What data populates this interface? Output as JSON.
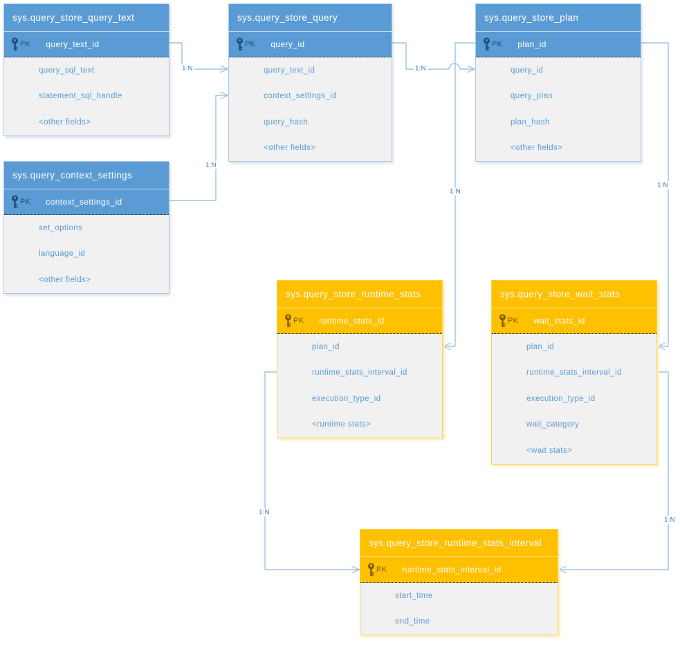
{
  "colors": {
    "blue_header": "#5B9BD5",
    "orange_header": "#FFC000",
    "body_background": "#F1F1F2",
    "field_text": "#5B9BD5",
    "pk_text_on_blue": "#1F4E79",
    "pk_text_on_orange": "#7F6000",
    "connector_line": "#9DC3E6",
    "relationship_label_text": "#2E75B6"
  },
  "tables": [
    {
      "title": "sys.query_store_query_text",
      "theme": "blue",
      "pk_label": "PK",
      "pk": "query_text_id",
      "fields": [
        "query_sql_text",
        "statement_sql_handle",
        "<other fields>"
      ]
    },
    {
      "title": "sys.query_store_query",
      "theme": "blue",
      "pk_label": "PK",
      "pk": "query_id",
      "fields": [
        "query_text_id",
        "context_settings_id",
        "query_hash",
        "<other fields>"
      ]
    },
    {
      "title": "sys.query_store_plan",
      "theme": "blue",
      "pk_label": "PK",
      "pk": "plan_id",
      "fields": [
        "query_id",
        "query_plan",
        "plan_hash",
        "<other fields>"
      ]
    },
    {
      "title": "sys.query_context_settings",
      "theme": "blue",
      "pk_label": "PK",
      "pk": "context_settings_id",
      "fields": [
        "set_options",
        "language_id",
        "<other fields>"
      ]
    },
    {
      "title": "sys.query_store_runtime_stats",
      "theme": "orange",
      "pk_label": "PK",
      "pk": "runtime_stats_id",
      "fields": [
        "plan_id",
        "runtime_stats_interval_id",
        "execution_type_id",
        "<runtime stats>"
      ]
    },
    {
      "title": "sys.query_store_wait_stats",
      "theme": "orange",
      "pk_label": "PK",
      "pk": "wait_stats_id",
      "fields": [
        "plan_id",
        "runtime_stats_interval_id",
        "execution_type_id",
        "wait_category",
        "<wait stats>"
      ]
    },
    {
      "title": "sys.query_store_runtime_stats_interval",
      "theme": "orange",
      "pk_label": "PK",
      "pk": "runtime_stats_interval_id",
      "fields": [
        "start_time",
        "end_time"
      ]
    }
  ],
  "connectors": [
    {
      "id": "query_text-to-query",
      "from": "sys.query_store_query_text.query_text_id",
      "to": "sys.query_store_query.query_text_id",
      "label": "1:N"
    },
    {
      "id": "context_settings-to-query",
      "from": "sys.query_context_settings.context_settings_id",
      "to": "sys.query_store_query.context_settings_id",
      "label": "1:N"
    },
    {
      "id": "query-to-plan",
      "from": "sys.query_store_query.query_id",
      "to": "sys.query_store_plan.query_id",
      "label": "1:N"
    },
    {
      "id": "plan-to-runtime_stats",
      "from": "sys.query_store_plan.plan_id",
      "to": "sys.query_store_runtime_stats.plan_id",
      "label": "1:N"
    },
    {
      "id": "plan-to-wait_stats",
      "from": "sys.query_store_plan.plan_id",
      "to": "sys.query_store_wait_stats.plan_id",
      "label": "1:N"
    },
    {
      "id": "interval-to-runtime_stats",
      "from": "sys.query_store_runtime_stats_interval.runtime_stats_interval_id",
      "to": "sys.query_store_runtime_stats.runtime_stats_interval_id",
      "label": "1:N"
    },
    {
      "id": "interval-to-wait_stats",
      "from": "sys.query_store_runtime_stats_interval.runtime_stats_interval_id",
      "to": "sys.query_store_wait_stats.runtime_stats_interval_id",
      "label": "1:N"
    }
  ]
}
